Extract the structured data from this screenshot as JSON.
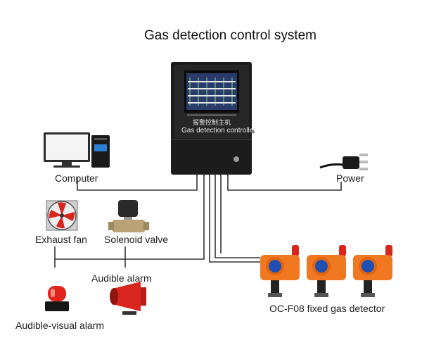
{
  "title": "Gas detection control system",
  "controller": {
    "chinese_label": "报警控制主机",
    "english_label": "Gas detection controller"
  },
  "labels": {
    "computer": "Computer",
    "power": "Power",
    "exhaust_fan": "Exhaust fan",
    "solenoid_valve": "Solenoid valve",
    "audible_alarm": "Audible alarm",
    "audible_visual_alarm": "Audible-visual alarm",
    "gas_detector": "OC-F08 fixed gas detector"
  },
  "colors": {
    "controller_body": "#1c1c1c",
    "detector_orange": "#f07820",
    "alarm_red": "#d8251d",
    "screen_blue": "#1f4fb3",
    "line": "#333333"
  }
}
